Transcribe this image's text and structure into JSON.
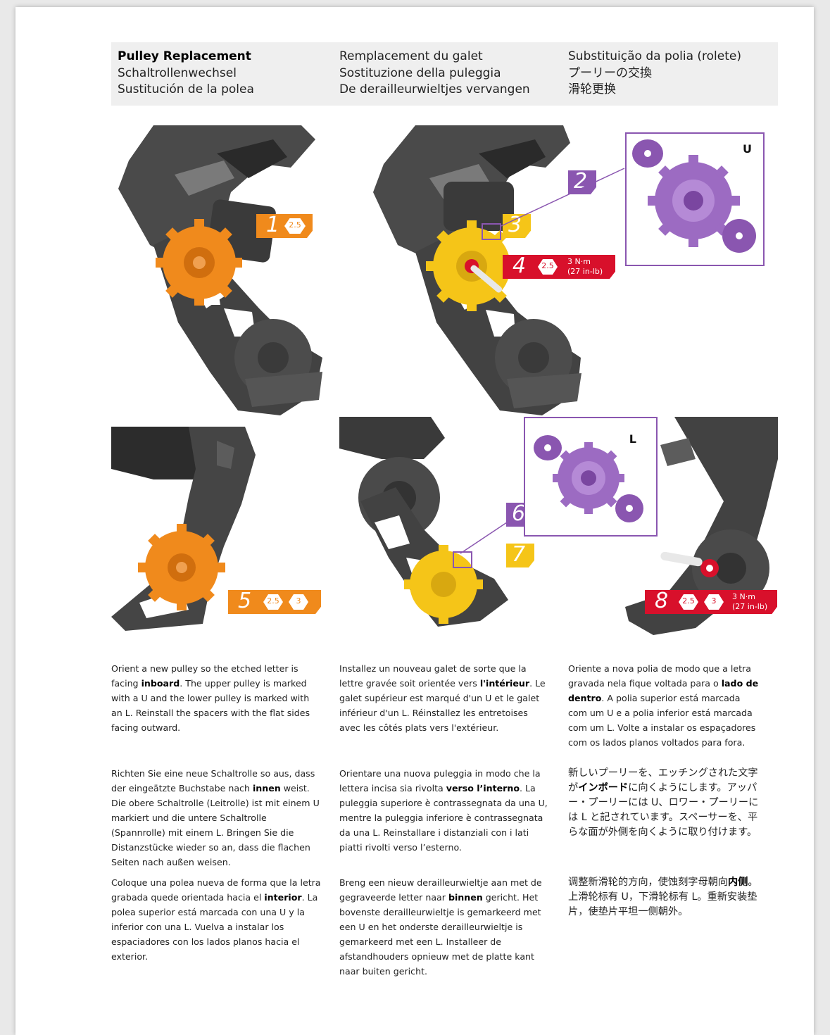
{
  "header": {
    "col1": {
      "line1": "Pulley Replacement",
      "line2": "Schaltrollenwechsel",
      "line3": "Sustitución de la polea"
    },
    "col2": {
      "line1": "Remplacement du galet",
      "line2": "Sostituzione della puleggia",
      "line3": "De derailleurwieltjes vervangen"
    },
    "col3": {
      "line1": "Substituição da polia (rolete)",
      "line2": "プーリーの交換",
      "line3": "滑轮更换"
    }
  },
  "steps": {
    "s1": {
      "num": "1",
      "tool": "2.5"
    },
    "s2": {
      "num": "2",
      "letter": "U"
    },
    "s3": {
      "num": "3"
    },
    "s4": {
      "num": "4",
      "tool": "2.5",
      "torque1": "3 N·m",
      "torque2": "(27 in-lb)"
    },
    "s5": {
      "num": "5",
      "tool1": "2.5",
      "tool2": "3"
    },
    "s6": {
      "num": "6",
      "letter": "L"
    },
    "s7": {
      "num": "7"
    },
    "s8": {
      "num": "8",
      "tool1": "2.5",
      "tool2": "3",
      "torque1": "3 N·m",
      "torque2": "(27 in-lb)"
    }
  },
  "colors": {
    "orange": "#f08a1c",
    "yellow": "#f5c518",
    "red": "#d8102b",
    "purple": "#8a56b0",
    "grey": "#3c3c3c"
  },
  "text": {
    "en": {
      "a": "Orient a new pulley so the etched letter is facing ",
      "b": "inboard",
      "c": ".  The upper pulley is marked with a U and the lower pulley is marked with an L. Reinstall the spacers with the flat sides facing outward."
    },
    "fr": {
      "a": "Installez un nouveau galet de sorte que la lettre gravée soit orientée vers ",
      "b": "l'intérieur",
      "c": ". Le galet supérieur est marqué d'un U et le galet inférieur d'un L. Réinstallez les entretoises avec les côtés plats vers l'extérieur."
    },
    "pt": {
      "a": "Oriente a nova polia de modo que a letra gravada nela fique voltada para o ",
      "b": "lado de dentro",
      "c": ". A polia superior está marcada com um U e a polia inferior está marcada com um L. Volte a instalar os espaçadores com os lados planos voltados para fora."
    },
    "de": {
      "a": "Richten Sie eine neue Schaltrolle so aus, dass der eingeätzte Buchstabe nach ",
      "b": "innen",
      "c": " weist. Die obere Schaltrolle (Leitrolle) ist mit einem U markiert und die untere Schaltrolle (Spannrolle) mit einem L. Bringen Sie die Distanzstücke wieder so an, dass die flachen Seiten nach außen weisen."
    },
    "it": {
      "a": "Orientare una nuova puleggia in modo che la lettera incisa sia rivolta ",
      "b": "verso l’interno",
      "c": ". La puleggia superiore è contrassegnata da una U, mentre la puleggia inferiore è contrassegnata da una L. Reinstallare i distanziali con i lati piatti rivolti verso l’esterno."
    },
    "ja": {
      "a": "新しいプーリーを、エッチングされた文字が",
      "b": "インボード",
      "c": "に向くようにします。アッパー・プーリーには U、ロワー・プーリーには L と記されています。スペーサーを、平らな面が外側を向くように取り付けます。"
    },
    "es": {
      "a": "Coloque una polea nueva de forma que la letra grabada quede orientada hacia el ",
      "b": "interior",
      "c": ". La polea superior está marcada con una U y la inferior con una L. Vuelva a instalar los espaciadores con los lados planos hacia el exterior."
    },
    "nl": {
      "a": "Breng een nieuw derailleurwieltje aan met de gegraveerde letter naar ",
      "b": "binnen",
      "c": " gericht. Het bovenste derailleurwieltje is gemarkeerd met een U en het onderste derailleurwieltje is gemarkeerd met een L. Installeer de afstandhouders opnieuw met de platte kant naar buiten gericht."
    },
    "zh": {
      "a": "调整新滑轮的方向，使蚀刻字母朝向",
      "b": "内侧",
      "c": "。上滑轮标有 U，下滑轮标有 L。重新安装垫片，使垫片平坦一侧朝外。"
    }
  }
}
